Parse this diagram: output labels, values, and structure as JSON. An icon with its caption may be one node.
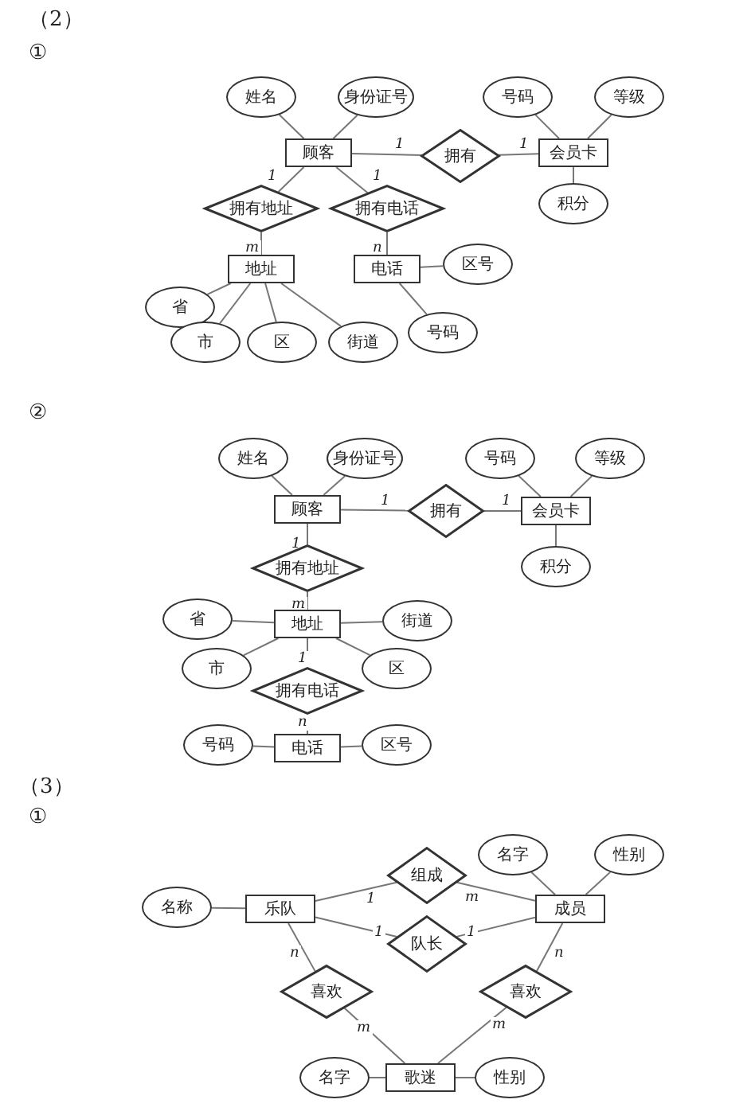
{
  "diagram": {
    "nodes": [
      {
        "text": [
          "顾客"
        ]
      },
      {
        "text": [
          "姓名"
        ]
      },
      {
        "text": [
          "身份证号"
        ]
      },
      {
        "text": [
          "拥有"
        ]
      },
      {
        "text": [
          "会员卡"
        ]
      },
      {
        "text": [
          "号码"
        ]
      },
      {
        "text": [
          "等级"
        ]
      },
      {
        "text": [
          "积分"
        ]
      },
      {
        "text": [
          "拥有地址"
        ]
      },
      {
        "text": [
          "拥有电话"
        ]
      },
      {
        "text": [
          "地址"
        ]
      },
      {
        "text": [
          "电话"
        ]
      },
      {
        "text": [
          "区号"
        ]
      },
      {
        "text": [
          "号码"
        ]
      },
      {
        "text": [
          "省"
        ]
      },
      {
        "text": [
          "市"
        ]
      },
      {
        "text": [
          "区"
        ]
      },
      {
        "text": [
          "街道"
        ]
      },
      {
        "text": [
          "顾客"
        ]
      },
      {
        "text": [
          "姓名"
        ]
      },
      {
        "text": [
          "身份证号"
        ]
      },
      {
        "text": [
          "拥有"
        ]
      },
      {
        "text": [
          "会员卡"
        ]
      },
      {
        "text": [
          "号码"
        ]
      },
      {
        "text": [
          "等级"
        ]
      },
      {
        "text": [
          "积分"
        ]
      },
      {
        "text": [
          "拥有地址"
        ]
      },
      {
        "text": [
          "地址"
        ]
      },
      {
        "text": [
          "省"
        ]
      },
      {
        "text": [
          "街道"
        ]
      },
      {
        "text": [
          "市"
        ]
      },
      {
        "text": [
          "区"
        ]
      },
      {
        "text": [
          "拥有电话"
        ]
      },
      {
        "text": [
          "电话"
        ]
      },
      {
        "text": [
          "号码"
        ]
      },
      {
        "text": [
          "区号"
        ]
      },
      {
        "text": [
          "乐队"
        ]
      },
      {
        "text": [
          "名称"
        ]
      },
      {
        "text": [
          "组成"
        ]
      },
      {
        "text": [
          "队长"
        ]
      },
      {
        "text": [
          "成员"
        ]
      },
      {
        "text": [
          "名字"
        ]
      },
      {
        "text": [
          "性别"
        ]
      },
      {
        "text": [
          "喜欢"
        ]
      },
      {
        "text": [
          "喜欢"
        ]
      },
      {
        "text": [
          "歌迷"
        ]
      },
      {
        "text": [
          "名字"
        ]
      },
      {
        "text": [
          "性别"
        ]
      }
    ],
    "edges": [
      {
        "from": 1,
        "to": 0,
        "arrow": "none"
      },
      {
        "from": 2,
        "to": 0,
        "arrow": "none"
      },
      {
        "from": 0,
        "to": 3,
        "arrow": "none",
        "label": "1"
      },
      {
        "from": 3,
        "to": 4,
        "arrow": "none",
        "label": "1"
      },
      {
        "from": 5,
        "to": 4,
        "arrow": "none"
      },
      {
        "from": 6,
        "to": 4,
        "arrow": "none"
      },
      {
        "from": 4,
        "to": 7,
        "arrow": "none"
      },
      {
        "from": 0,
        "to": 8,
        "arrow": "none",
        "label": "1"
      },
      {
        "from": 0,
        "to": 9,
        "arrow": "none",
        "label": "1"
      },
      {
        "from": 8,
        "to": 10,
        "arrow": "none",
        "label": "m"
      },
      {
        "from": 9,
        "to": 11,
        "arrow": "none",
        "label": "n"
      },
      {
        "from": 11,
        "to": 12,
        "arrow": "none"
      },
      {
        "from": 11,
        "to": 13,
        "arrow": "none"
      },
      {
        "from": 10,
        "to": 14,
        "arrow": "none"
      },
      {
        "from": 10,
        "to": 15,
        "arrow": "none"
      },
      {
        "from": 10,
        "to": 16,
        "arrow": "none"
      },
      {
        "from": 10,
        "to": 17,
        "arrow": "none"
      },
      {
        "from": 19,
        "to": 18,
        "arrow": "none"
      },
      {
        "from": 20,
        "to": 18,
        "arrow": "none"
      },
      {
        "from": 18,
        "to": 21,
        "arrow": "none",
        "label": "1"
      },
      {
        "from": 21,
        "to": 22,
        "arrow": "none",
        "label": "1"
      },
      {
        "from": 23,
        "to": 22,
        "arrow": "none"
      },
      {
        "from": 24,
        "to": 22,
        "arrow": "none"
      },
      {
        "from": 22,
        "to": 25,
        "arrow": "none"
      },
      {
        "from": 18,
        "to": 26,
        "arrow": "none",
        "label": "1"
      },
      {
        "from": 26,
        "to": 27,
        "arrow": "none",
        "label": "m"
      },
      {
        "from": 28,
        "to": 27,
        "arrow": "none"
      },
      {
        "from": 29,
        "to": 27,
        "arrow": "none"
      },
      {
        "from": 30,
        "to": 27,
        "arrow": "none"
      },
      {
        "from": 31,
        "to": 27,
        "arrow": "none"
      },
      {
        "from": 27,
        "to": 32,
        "arrow": "none",
        "label": "1"
      },
      {
        "from": 32,
        "to": 33,
        "arrow": "none",
        "label": "n"
      },
      {
        "from": 34,
        "to": 33,
        "arrow": "none"
      },
      {
        "from": 35,
        "to": 33,
        "arrow": "none"
      },
      {
        "from": 37,
        "to": 36,
        "arrow": "none"
      },
      {
        "from": 36,
        "to": 38,
        "arrow": "none",
        "label": "1"
      },
      {
        "from": 38,
        "to": 40,
        "arrow": "none",
        "label": "m"
      },
      {
        "from": 36,
        "to": 39,
        "arrow": "none",
        "label": "1"
      },
      {
        "from": 39,
        "to": 40,
        "arrow": "none",
        "label": "1"
      },
      {
        "from": 41,
        "to": 40,
        "arrow": "none"
      },
      {
        "from": 42,
        "to": 40,
        "arrow": "none"
      },
      {
        "from": 36,
        "to": 43,
        "arrow": "none",
        "label": "n"
      },
      {
        "from": 43,
        "to": 45,
        "arrow": "none",
        "label": "m"
      },
      {
        "from": 40,
        "to": 44,
        "arrow": "none",
        "label": "n"
      },
      {
        "from": 44,
        "to": 45,
        "arrow": "none",
        "label": "m"
      },
      {
        "from": 46,
        "to": 45,
        "arrow": "none"
      },
      {
        "from": 47,
        "to": 45,
        "arrow": "none"
      }
    ],
    "labels": [
      "（2）",
      "①",
      "②",
      "（3）",
      "①"
    ]
  }
}
